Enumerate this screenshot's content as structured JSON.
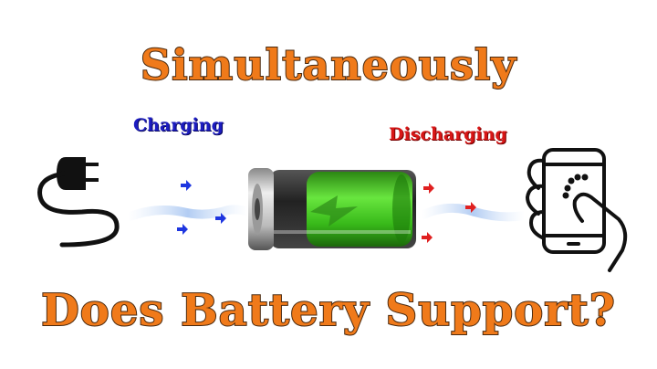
{
  "headline": {
    "top": "Simultaneously",
    "bottom": "Does Battery Support?"
  },
  "labels": {
    "charging": "Charging",
    "discharging": "Discharging"
  },
  "icons": [
    "plug-icon",
    "battery-icon",
    "phone-in-hand-icon"
  ],
  "colors": {
    "title_fill": "#f07a1a",
    "title_stroke": "#4a2a10",
    "charging": "#1c1cc0",
    "discharging": "#d81616",
    "battery_green": "#3cd020"
  }
}
